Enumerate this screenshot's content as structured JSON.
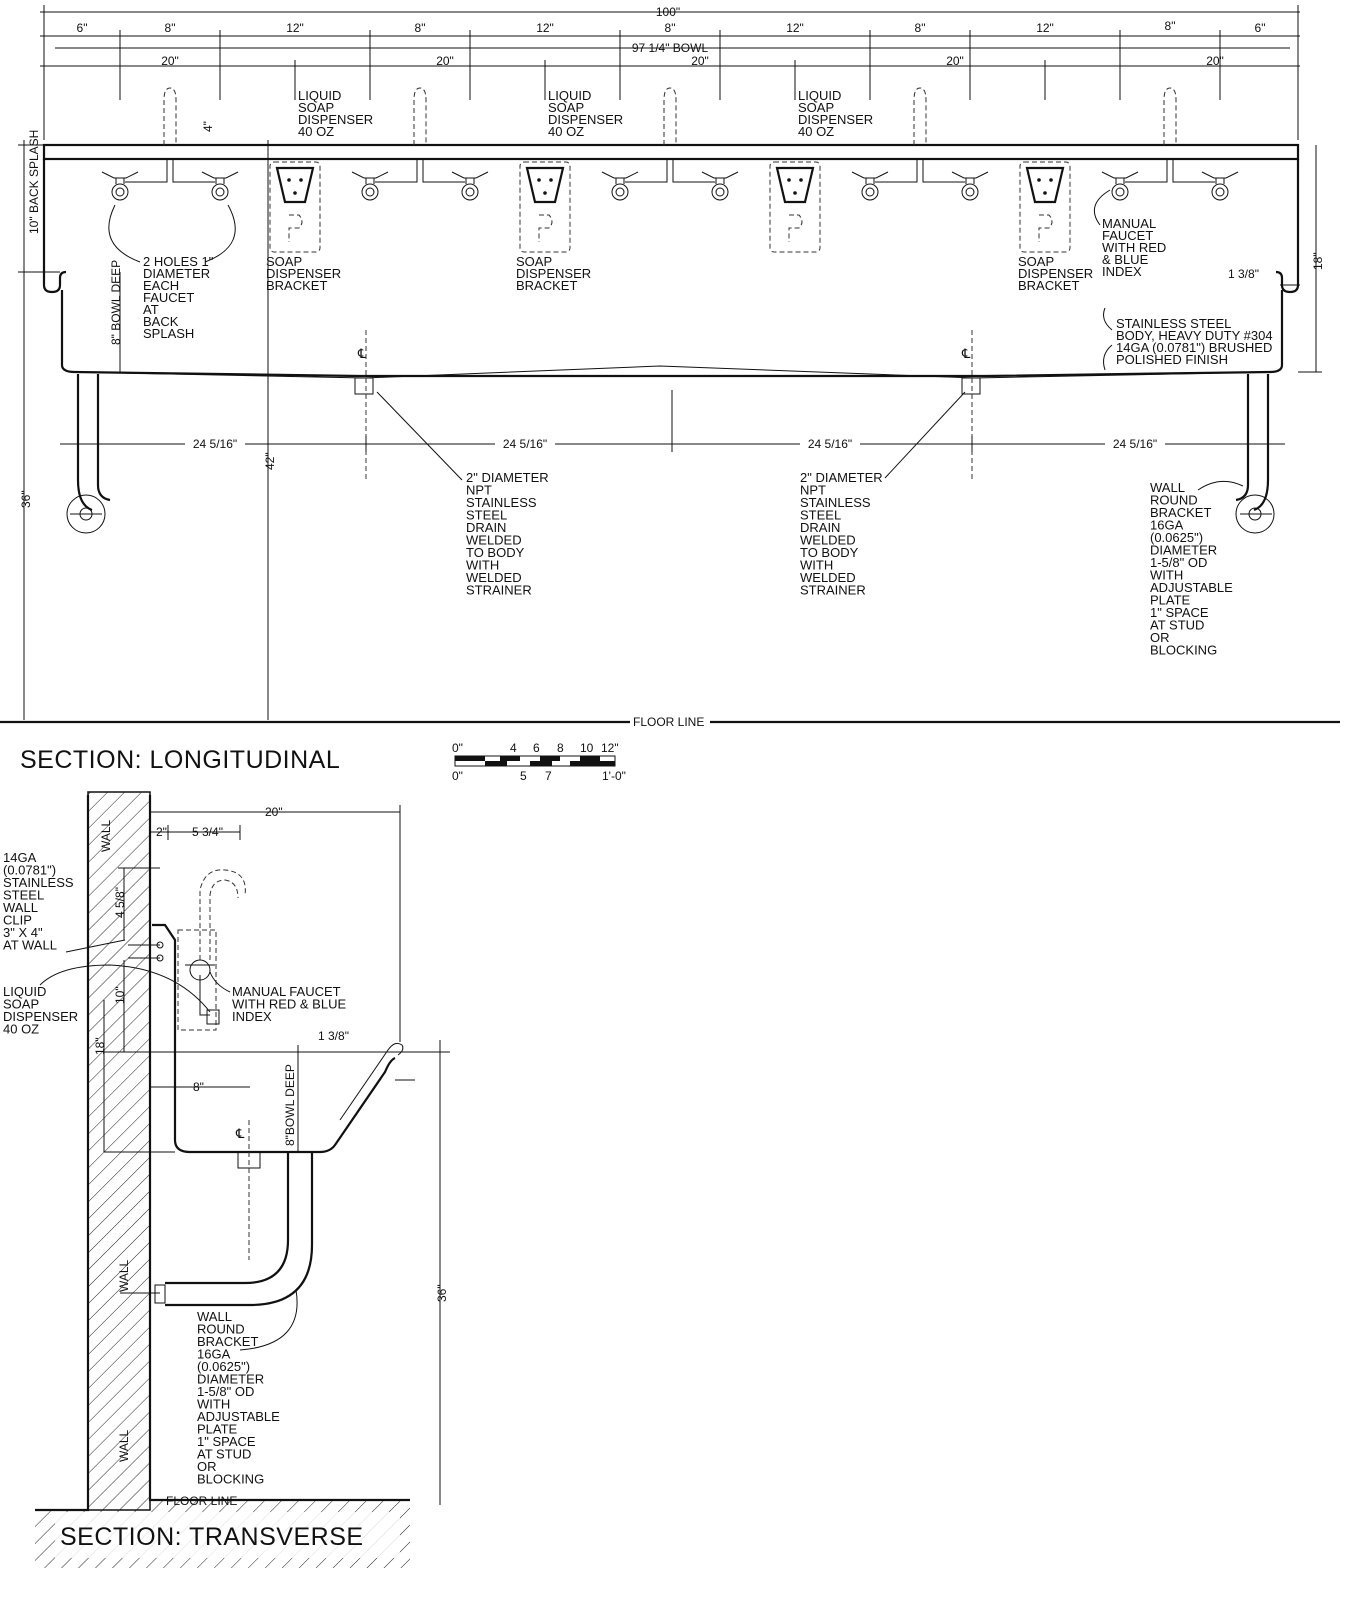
{
  "longitudinal": {
    "title": "SECTION: LONGITUDINAL",
    "dims_top": [
      "6\"",
      "8\"",
      "12\"",
      "8\"",
      "12\"",
      "8\"",
      "12\"",
      "8\"",
      "12\"",
      "8\"",
      "6\""
    ],
    "overall": "100\"",
    "bowl": "97 1/4\" BOWL",
    "bays": [
      "20\"",
      "20\"",
      "20\"",
      "20\"",
      "20\""
    ],
    "drain_spacing": [
      "24 5/16\"",
      "24 5/16\"",
      "24 5/16\"",
      "24 5/16\""
    ],
    "dim_4": "4\"",
    "dim_backsplash": "10\" BACK SPLASH",
    "dim_bowl_deep": "8\" BOWL DEEP",
    "dim_18": "18\"",
    "dim_1_3_8": "1 3/8\"",
    "dim_36": "36\"",
    "dim_42": "42\"",
    "floor_line": "FLOOR LINE",
    "soap_label": [
      "LIQUID",
      "SOAP",
      "DISPENSER",
      "40 OZ"
    ],
    "bracket_label": [
      "SOAP",
      "DISPENSER",
      "BRACKET"
    ],
    "holes_label": [
      "2 HOLES 1\"",
      "DIAMETER",
      "EACH",
      "FAUCET",
      "AT",
      "BACK",
      "SPLASH"
    ],
    "faucet_label": [
      "MANUAL",
      "FAUCET",
      "WITH RED",
      "& BLUE",
      "INDEX"
    ],
    "steel_label": [
      "STAINLESS STEEL",
      "BODY, HEAVY DUTY #304",
      "14GA (0.0781\") BRUSHED",
      "POLISHED FINISH"
    ],
    "drain_label": [
      "2\" DIAMETER",
      "NPT",
      "STAINLESS",
      "STEEL",
      "DRAIN",
      "WELDED",
      "TO BODY",
      "WITH",
      "WELDED",
      "STRAINER"
    ],
    "wall_bracket_label": [
      "WALL",
      "ROUND",
      "BRACKET",
      "16GA",
      "(0.0625\")",
      "DIAMETER",
      "1-5/8\" OD",
      "WITH",
      "ADJUSTABLE",
      "PLATE",
      "1\" SPACE",
      "AT STUD",
      "OR",
      "BLOCKING"
    ]
  },
  "scale": {
    "top": [
      "0\"",
      "4",
      "6",
      "8",
      "10",
      "12\""
    ],
    "bottom": [
      "0\"",
      "5",
      "7",
      "1'-0\""
    ]
  },
  "transverse": {
    "title": "SECTION: TRANSVERSE",
    "wall": "WALL",
    "dim_20": "20\"",
    "dim_2": "2\"",
    "dim_5_3_4": "5 3/4\"",
    "dim_4_5_8": "4 5/8\"",
    "dim_10": "10\"",
    "dim_18": "18\"",
    "dim_1_3_8": "1 3/8\"",
    "dim_8": "8\"",
    "dim_bowl_deep": "8\"BOWL DEEP",
    "dim_36": "36\"",
    "floor_line": "FLOOR LINE",
    "clip_label": [
      "14GA",
      "(0.0781\")",
      "STAINLESS",
      "STEEL",
      "WALL",
      "CLIP",
      "3\" X 4\"",
      "AT WALL"
    ],
    "soap_label": [
      "LIQUID",
      "SOAP",
      "DISPENSER",
      "40 OZ"
    ],
    "faucet_label": [
      "MANUAL FAUCET",
      "WITH RED & BLUE",
      "INDEX"
    ],
    "bracket_label": [
      "WALL",
      "ROUND",
      "BRACKET",
      "16GA",
      "(0.0625\")",
      "DIAMETER",
      "1-5/8\" OD",
      "WITH",
      "ADJUSTABLE",
      "PLATE",
      "1\" SPACE",
      "AT STUD",
      "OR",
      "BLOCKING"
    ]
  }
}
